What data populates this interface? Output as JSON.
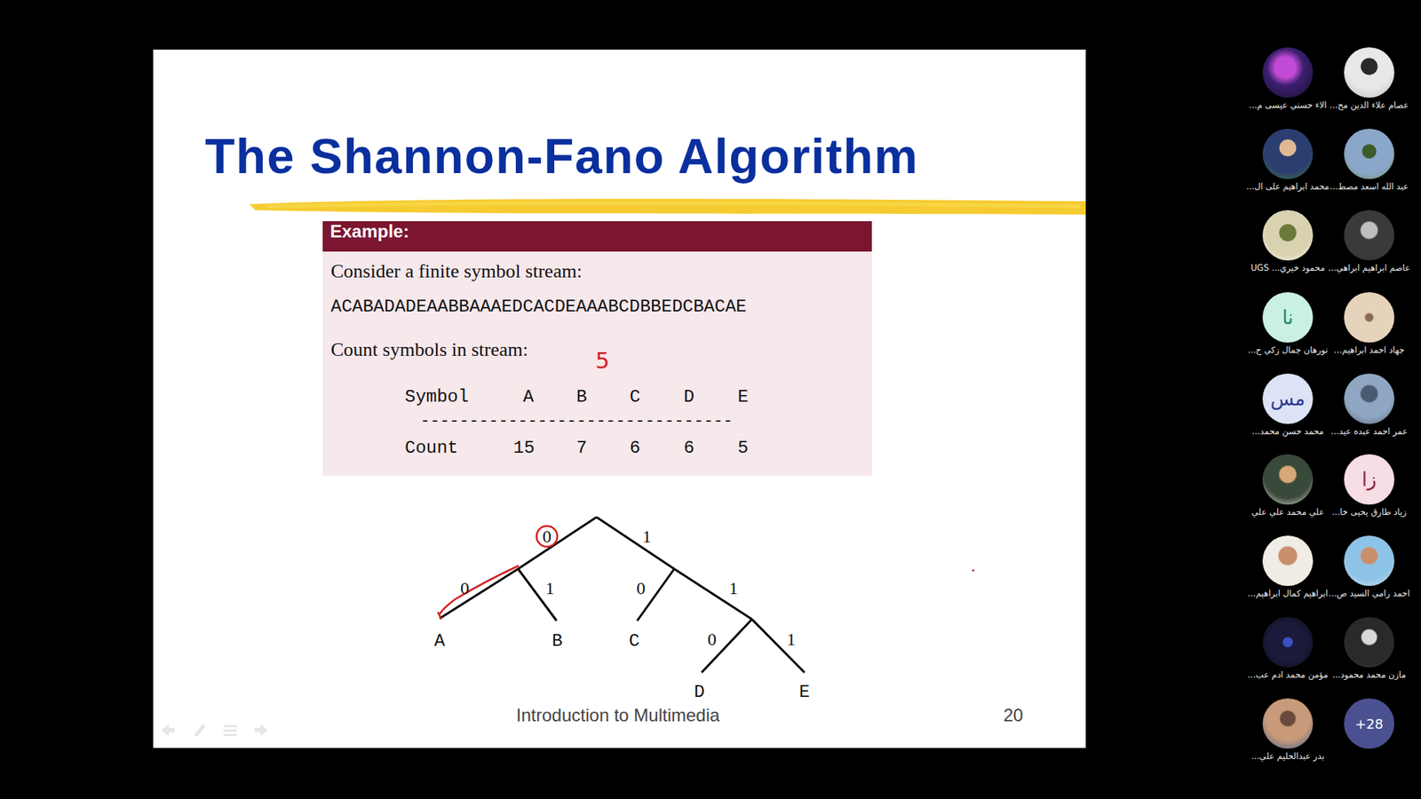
{
  "diagram": {
    "title": "The Shannon-Fano Algorithm",
    "nodes": [
      {
        "text": [
          "Example:",
          "Consider a finite symbol stream:",
          "ACABADADEAABBAAAEDCACDEAAABCDBBEDCBACAE",
          "Count symbols in stream:"
        ]
      },
      {
        "text": [
          "الاء حسني عيسى م..."
        ]
      },
      {
        "text": [
          "عصام علاء الدين مح..."
        ]
      },
      {
        "text": [
          "محمد ابراهيم على ال..."
        ]
      },
      {
        "text": [
          "عبد الله اسعد مصط..."
        ]
      },
      {
        "text": [
          "محمود خيري... UGS"
        ]
      },
      {
        "text": [
          "عاصم ابراهيم ابراهي..."
        ]
      },
      {
        "text": [
          "نا",
          "نورهان جمال زكي ح..."
        ]
      },
      {
        "text": [
          "جهاد احمد ابراهيم..."
        ]
      },
      {
        "text": [
          "مس",
          "محمد حسن محمد..."
        ]
      },
      {
        "text": [
          "عمر احمد عبده عيد..."
        ]
      },
      {
        "text": [
          "علي محمد علي علي"
        ]
      },
      {
        "text": [
          "زا",
          "زياد طارق يحيى خا..."
        ]
      },
      {
        "text": [
          "ابراهيم كمال ابراهيم..."
        ]
      },
      {
        "text": [
          "احمد رامي السيد ص..."
        ]
      },
      {
        "text": [
          "مؤمن محمد ادم عب..."
        ]
      },
      {
        "text": [
          "مازن محمد محمود..."
        ]
      },
      {
        "text": [
          "بدر عبدالحليم علي..."
        ]
      },
      {
        "text": [
          "+28"
        ]
      }
    ],
    "labels": [
      "Symbol",
      "A",
      "B",
      "C",
      "D",
      "E",
      "--------------------------------",
      "Count",
      "15",
      "7",
      "6",
      "6",
      "5",
      "5",
      "0",
      "1",
      "0",
      "1",
      "0",
      "1",
      "0",
      "1",
      "A",
      "B",
      "C",
      "D",
      "E",
      "Introduction to Multimedia",
      "20"
    ]
  }
}
